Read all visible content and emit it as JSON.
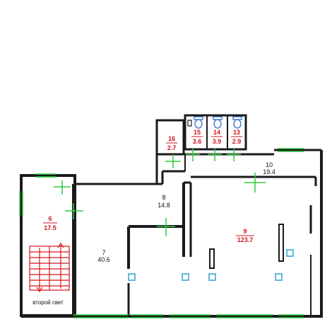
{
  "rooms": [
    {
      "id": "6",
      "number": "6",
      "area": "17.5",
      "highlight": true
    },
    {
      "id": "7",
      "number": "7",
      "area": "40.6",
      "highlight": false
    },
    {
      "id": "8",
      "number": "8",
      "area": "14.8",
      "highlight": false
    },
    {
      "id": "9",
      "number": "9",
      "area": "123.7",
      "highlight": true
    },
    {
      "id": "10",
      "number": "10",
      "area": "19.4",
      "highlight": false
    },
    {
      "id": "13",
      "number": "13",
      "area": "2.9",
      "highlight": true
    },
    {
      "id": "14",
      "number": "14",
      "area": "3.9",
      "highlight": true
    },
    {
      "id": "15",
      "number": "15",
      "area": "3.6",
      "highlight": true
    },
    {
      "id": "16",
      "number": "16",
      "area": "2.7",
      "highlight": true
    }
  ],
  "captions": {
    "second_light": "второй свет"
  },
  "colors": {
    "wall": "#1a1a1a",
    "window": "#2ecc40",
    "door_marker": "#2ecc40",
    "highlight_text": "#d4151d",
    "column": "#2aa3d6",
    "stair": "#d4151d",
    "toilet": "#2266cc"
  }
}
